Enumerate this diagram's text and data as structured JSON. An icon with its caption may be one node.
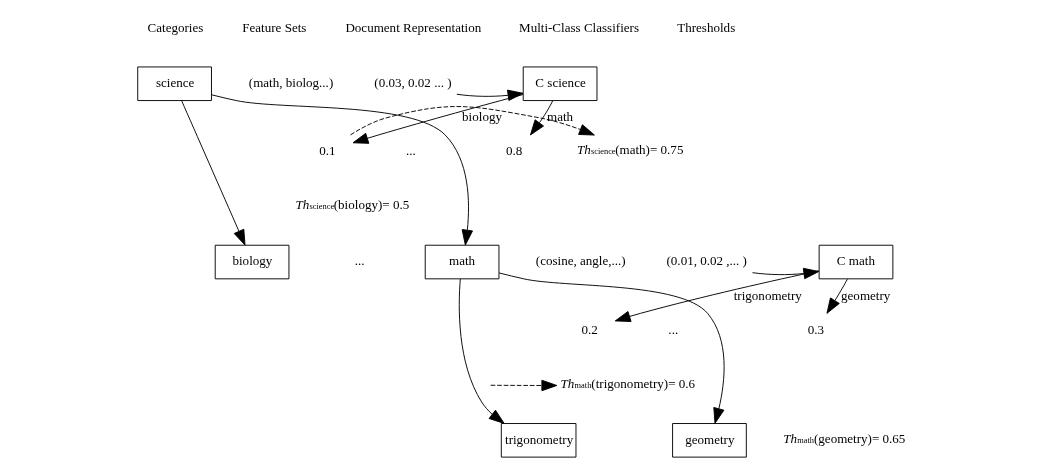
{
  "diagram": {
    "nodes": [
      {
        "text": [
          "science"
        ]
      },
      {
        "text": [
          "biology"
        ]
      },
      {
        "text": [
          "math"
        ]
      },
      {
        "text": [
          "trigonometry"
        ]
      },
      {
        "text": [
          "geometry"
        ]
      },
      {
        "text": [
          "(0.03, 0.02 ... )"
        ]
      },
      {
        "text": [
          "C science"
        ]
      },
      {
        "text": [
          "0.1"
        ]
      },
      {
        "text": [
          "0.8"
        ]
      },
      {
        "text": [
          "*Th*$_{science}$(math)= 0.75"
        ]
      },
      {
        "text": [
          "(0.01, 0.02 ,... )"
        ]
      },
      {
        "text": [
          "C math"
        ]
      },
      {
        "text": [
          "0.2"
        ]
      },
      {
        "text": [
          "0.3"
        ]
      },
      {
        "text": [
          "*Th*$_{math}$(trigonometry)= 0.6"
        ]
      }
    ],
    "edges": [
      {
        "from": 0,
        "to": 1,
        "arrow": "to"
      },
      {
        "from": 0,
        "to": 2,
        "arrow": "to"
      },
      {
        "from": 2,
        "to": 3,
        "arrow": "to"
      },
      {
        "from": 2,
        "to": 4,
        "arrow": "to"
      },
      {
        "from": 5,
        "to": 6,
        "arrow": "to"
      },
      {
        "from": 6,
        "to": 7,
        "label": "biology",
        "arrow": "to"
      },
      {
        "from": 6,
        "to": 8,
        "label": "math",
        "arrow": "to"
      },
      {
        "from": 7,
        "to": 9,
        "arrow": "to",
        "style": "dashed"
      },
      {
        "from": 10,
        "to": 11,
        "arrow": "to"
      },
      {
        "from": 11,
        "to": 12,
        "label": "trigonometry",
        "arrow": "to"
      },
      {
        "from": 11,
        "to": 13,
        "label": "geometry",
        "arrow": "to"
      },
      {
        "from": null,
        "to": 14,
        "arrow": "to",
        "style": "dashed"
      }
    ],
    "labels": [
      "Categories",
      "Feature Sets",
      "Document Representation",
      "Multi-Class Classifiers",
      "Thresholds",
      "(math, biolog...)",
      "...",
      "*Th*$_{science}$(biology)= 0.5",
      "...",
      "(cosine, angle,...)",
      "...",
      "*Th*$_{math}$(geometry)= 0.65"
    ]
  }
}
